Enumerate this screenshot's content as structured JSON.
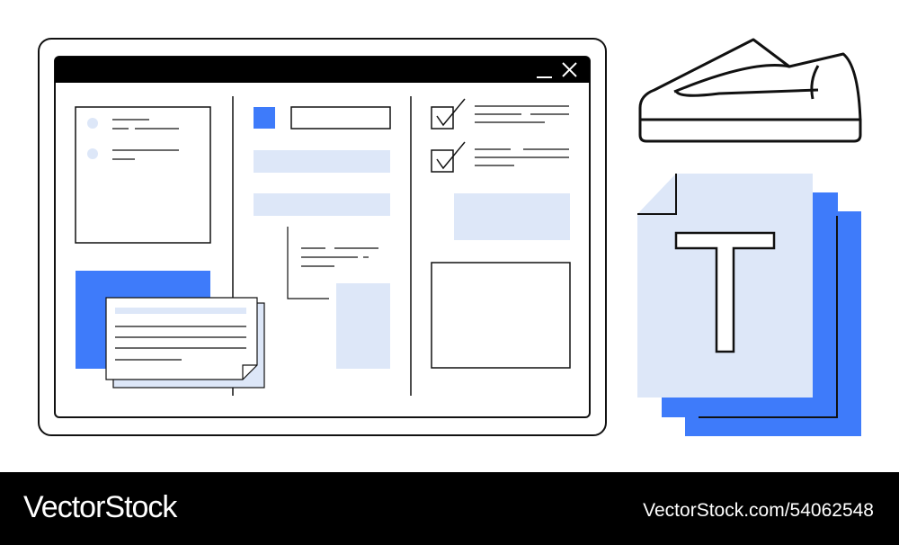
{
  "footer": {
    "brand": "VectorStock",
    "stock_id": "VectorStock.com/54062548"
  },
  "icons": {
    "window": "browser-window-illustration",
    "close": "close-icon",
    "minimize": "minimize-icon",
    "checkbox": "checkbox-checked-icon",
    "document": "text-document-icon",
    "shoe": "sneaker-icon"
  },
  "colors": {
    "accent_blue": "#3e7bfa",
    "light_blue": "#dde7f8",
    "stroke": "#111111",
    "footer_bg": "#000000"
  }
}
